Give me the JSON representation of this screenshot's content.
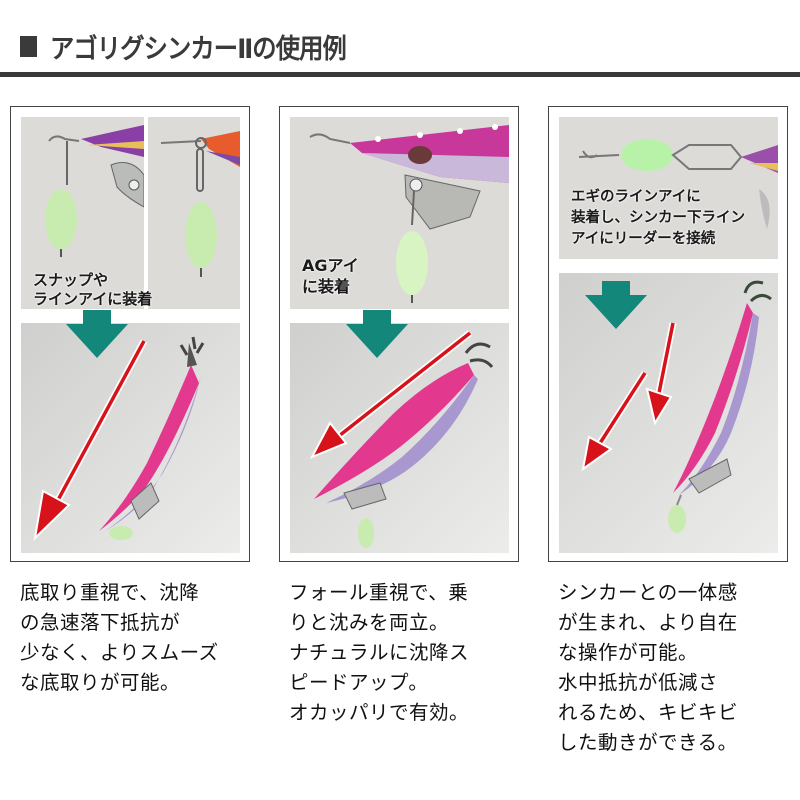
{
  "header": {
    "title": "アゴリグシンカーⅡの使用例",
    "bullet_icon": "square-bullet-icon"
  },
  "colors": {
    "header_dark": "#3a3a3a",
    "teal_arrow": "#12877a",
    "red_arrow": "#d8121b",
    "sinker_green": "#c9f1b5",
    "egi_pink": "#e3388f",
    "egi_purple": "#9f8ac6"
  },
  "panels": [
    {
      "top_caption_lines": [
        "スナップや",
        "ラインアイに装着"
      ],
      "top_photos": [
        "snap-sinker-photo",
        "line-eye-sinker-photo"
      ],
      "bottom_photo": "egi-fall-nose-down-photo",
      "arrows": [
        "teal-down-arrow",
        "red-fall-arrow"
      ],
      "description_lines": [
        "底取り重視で、沈降",
        "の急速落下抵抗が",
        "少なく、よりスムーズ",
        "な底取りが可能。"
      ]
    },
    {
      "top_caption_lines": [
        "AGアイ",
        "に装着"
      ],
      "top_photos": [
        "ag-eye-sinker-photo"
      ],
      "bottom_photo": "egi-fall-diagonal-photo",
      "arrows": [
        "teal-down-arrow",
        "red-fall-arrow"
      ],
      "description_lines": [
        "フォール重視で、乗",
        "りと沈みを両立。",
        "ナチュラルに沈降ス",
        "ピードアップ。",
        "オカッパリで有効。"
      ]
    },
    {
      "top_caption_lines": [
        "エギのラインアイに",
        "装着し、シンカー下ライン",
        "アイにリーダーを接続"
      ],
      "top_photos": [
        "inline-sinker-photo"
      ],
      "bottom_photo": "egi-fall-steep-photo",
      "arrows": [
        "teal-down-arrow",
        "red-fall-arrow",
        "red-fall-arrow"
      ],
      "description_lines": [
        "シンカーとの一体感",
        "が生まれ、より自在",
        "な操作が可能。",
        "水中抵抗が低減さ",
        "れるため、キビキビ",
        "した動きができる。"
      ]
    }
  ]
}
